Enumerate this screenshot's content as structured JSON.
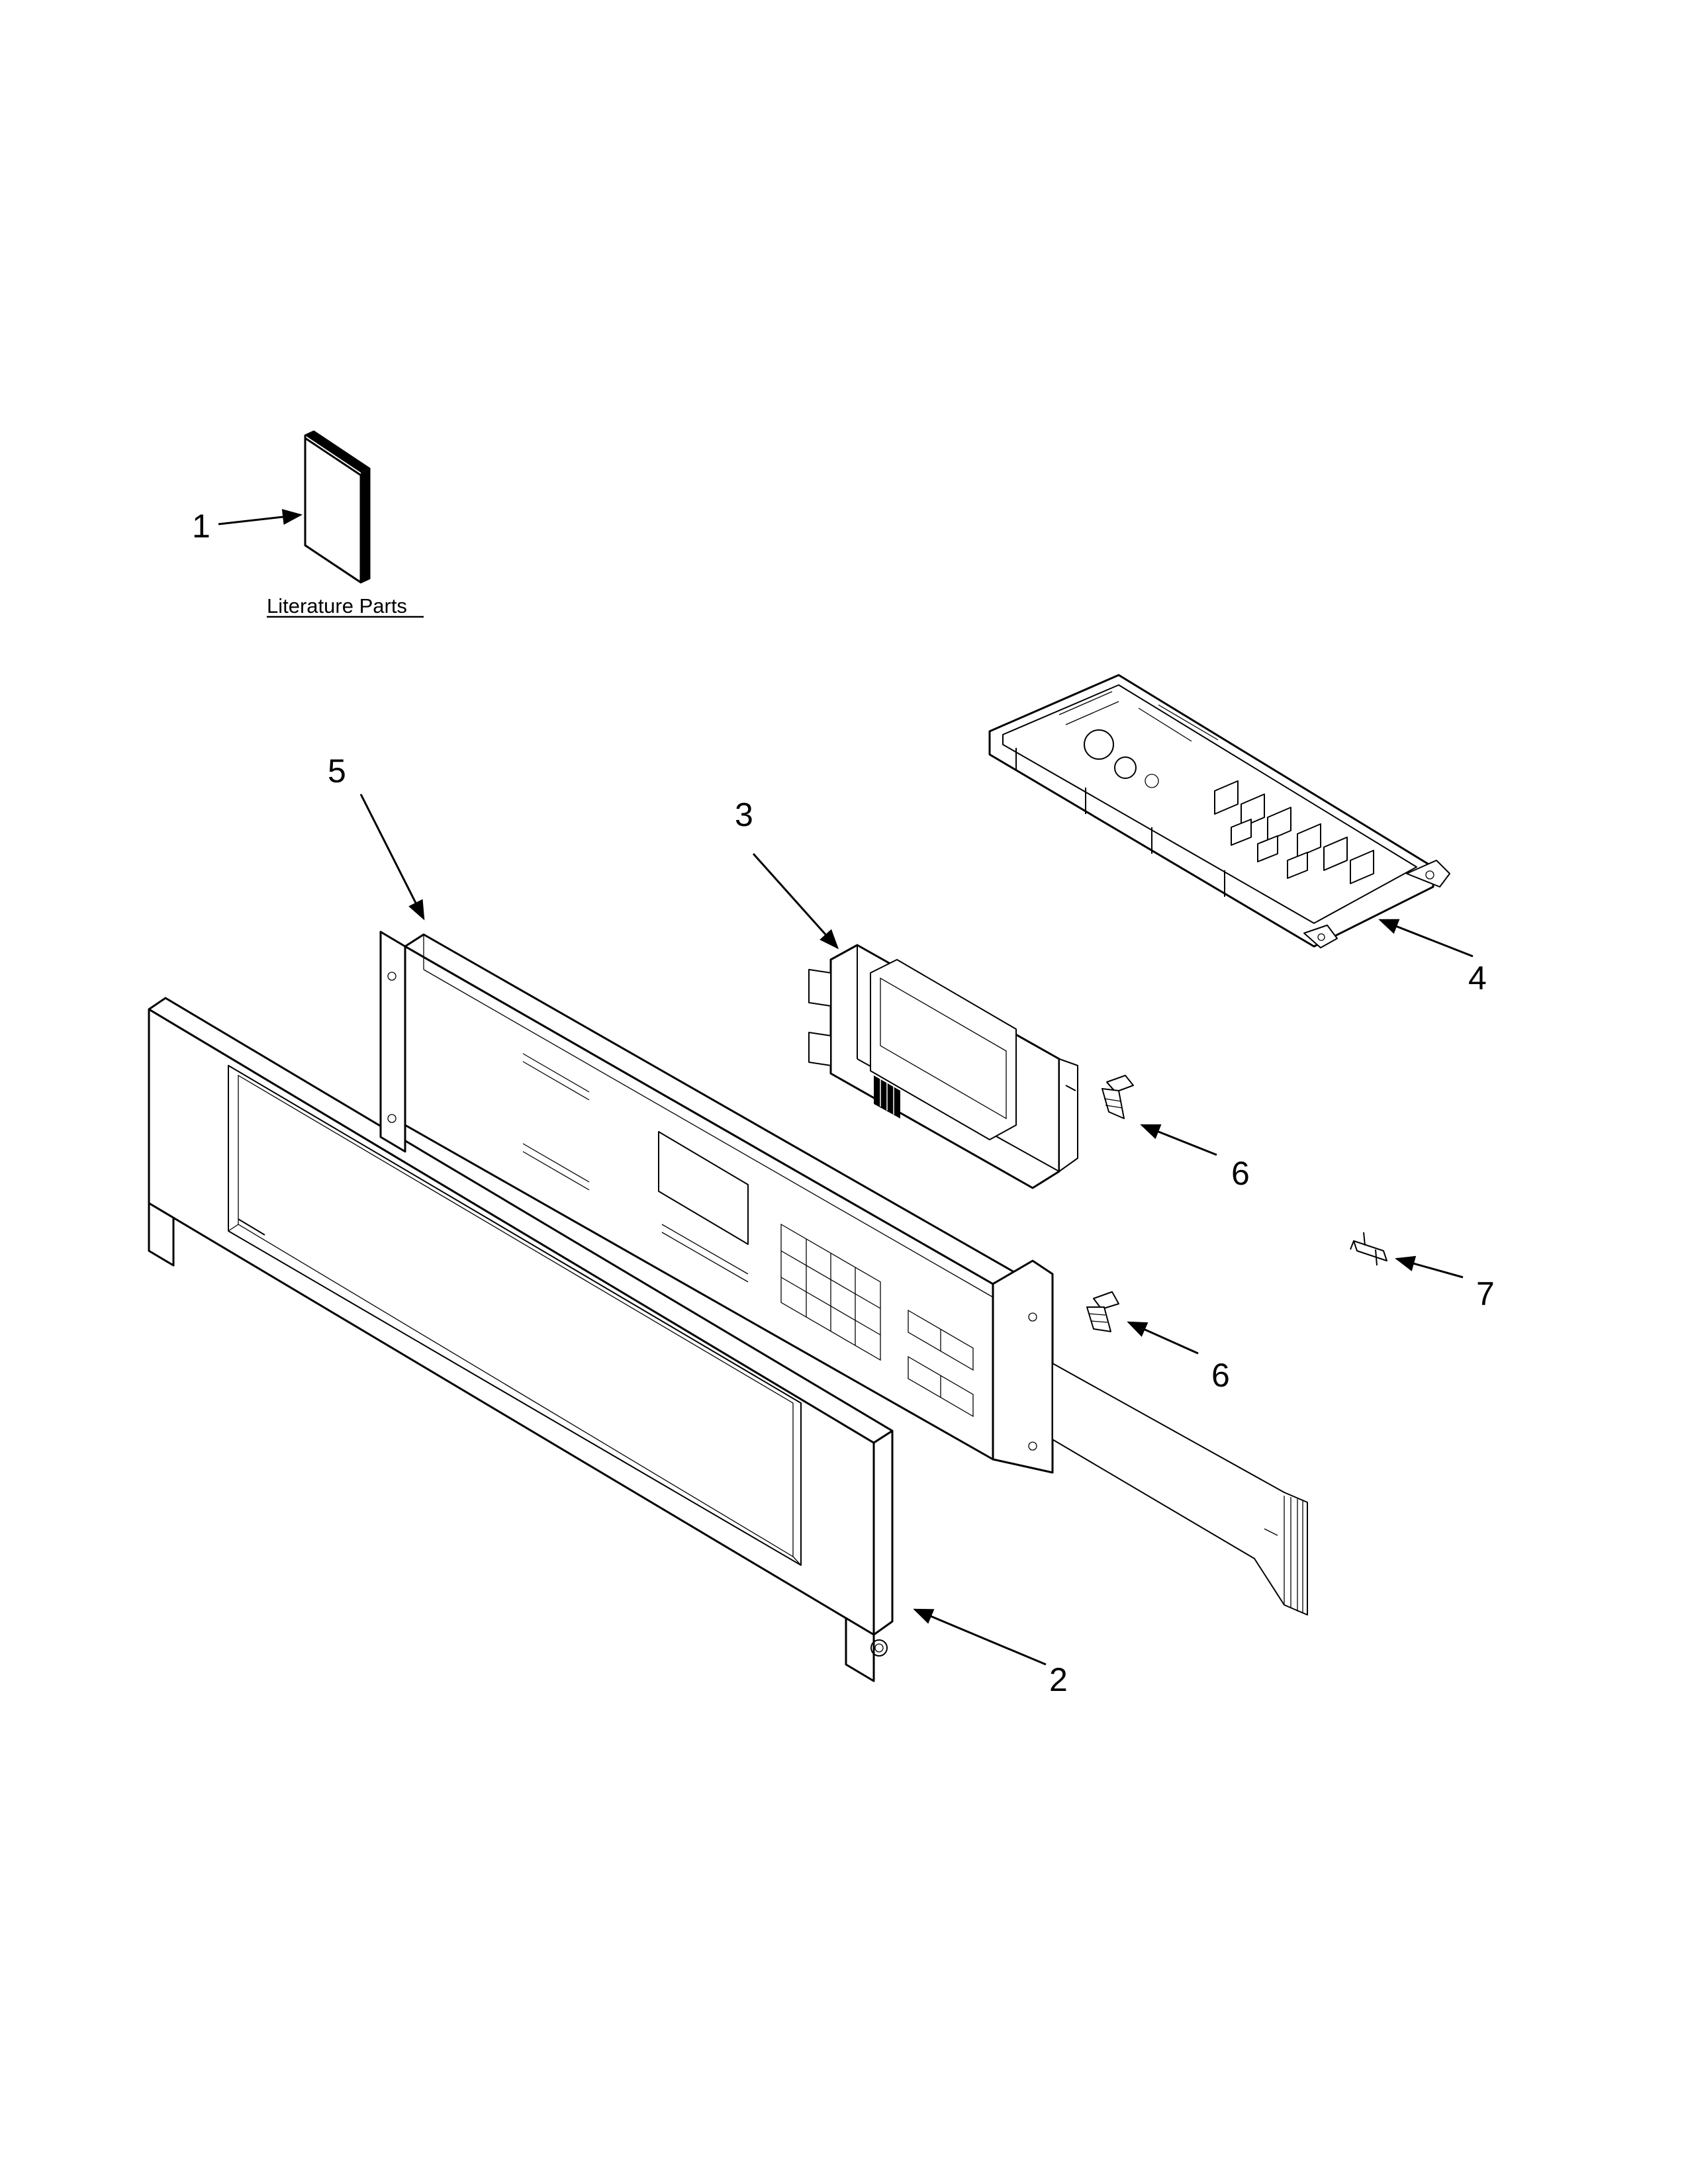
{
  "literature": {
    "label": "Literature Parts"
  },
  "callouts": [
    "1",
    "2",
    "3",
    "4",
    "5",
    "6",
    "6",
    "7"
  ]
}
